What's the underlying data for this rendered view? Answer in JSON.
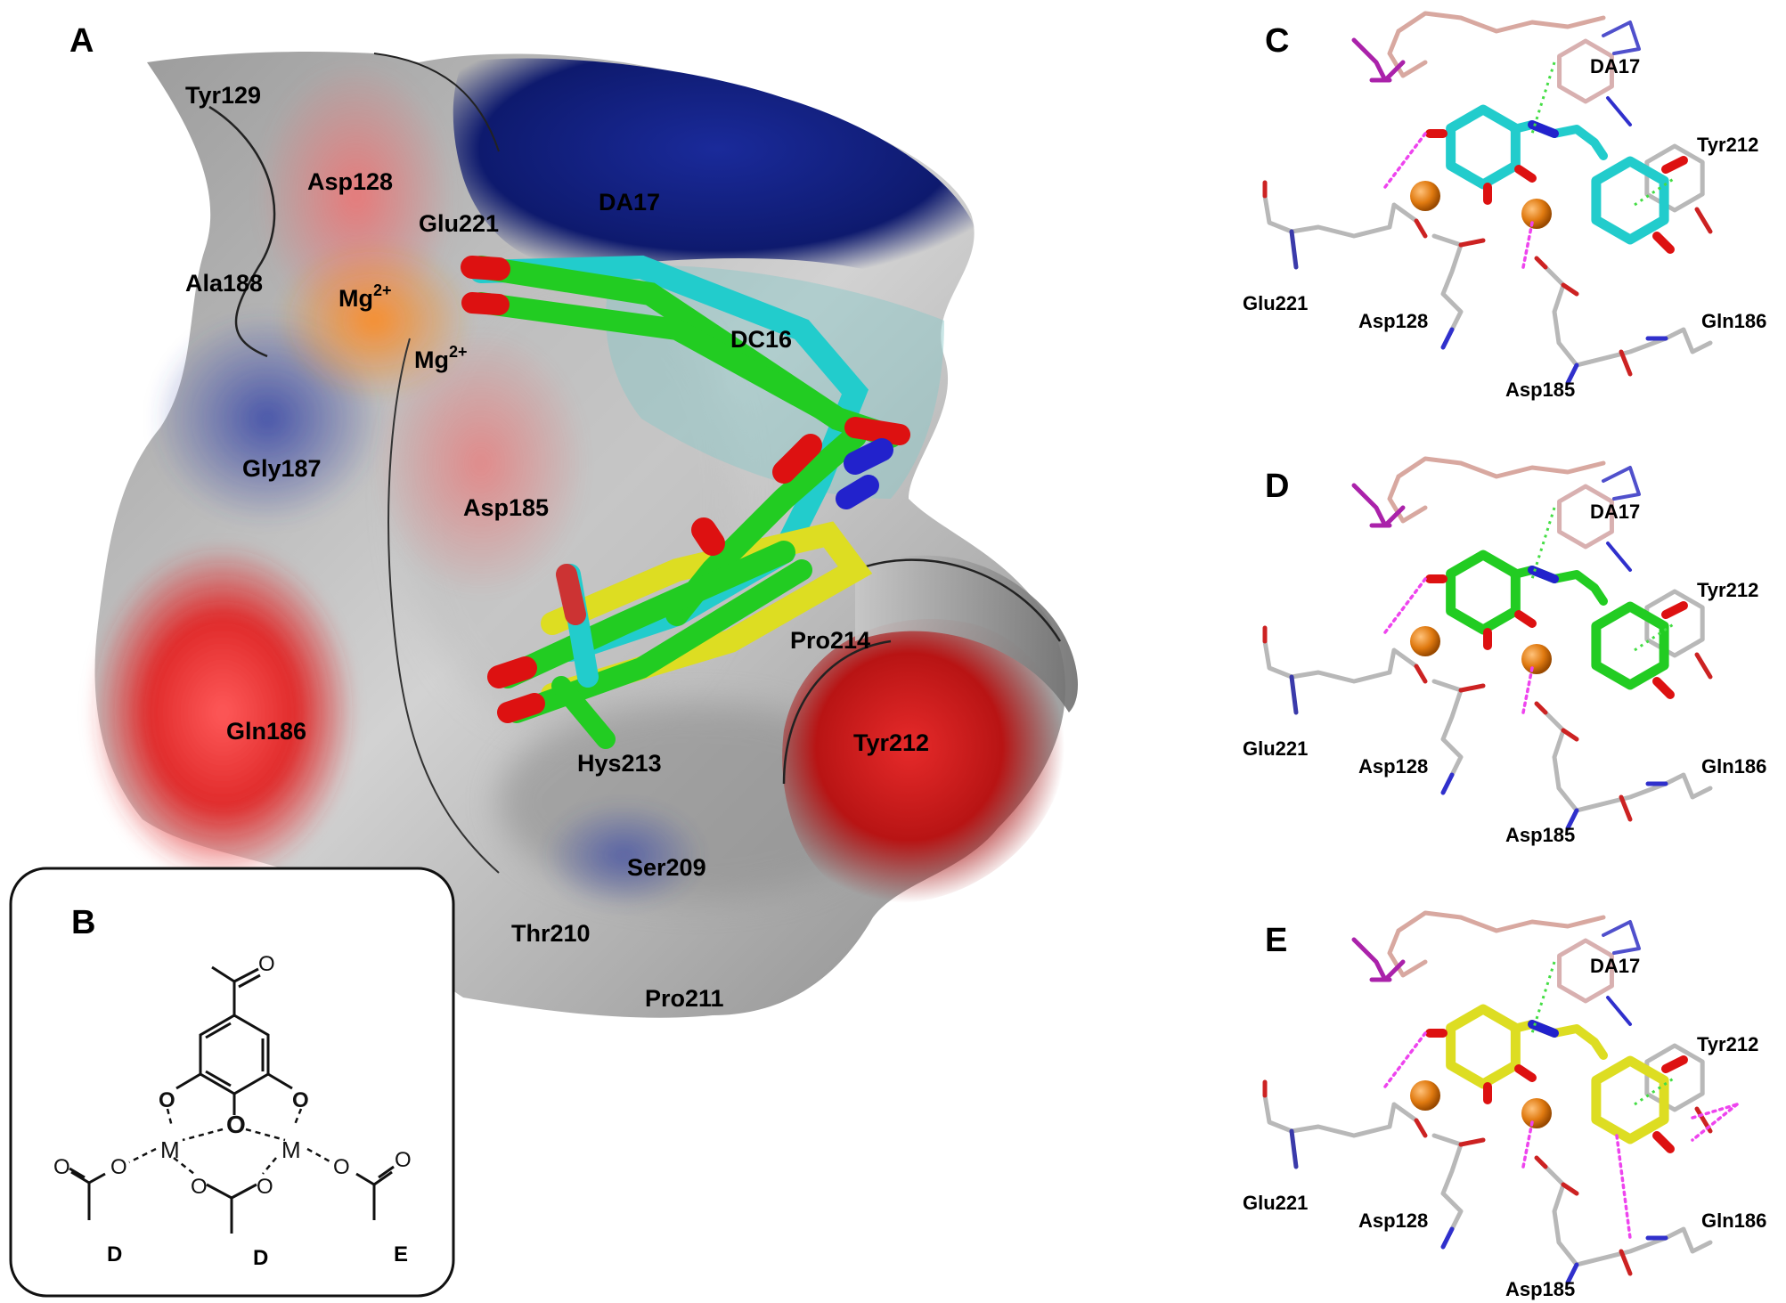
{
  "panels": {
    "A": "A",
    "B": "B",
    "C": "C",
    "D": "D",
    "E": "E"
  },
  "panel_a": {
    "residues": {
      "tyr129": "Tyr129",
      "asp128": "Asp128",
      "glu221": "Glu221",
      "da17": "DA17",
      "ala188": "Ala188",
      "mg1": "Mg",
      "mg2": "Mg",
      "mg_sup": "2+",
      "dc16": "DC16",
      "gly187": "Gly187",
      "asp185": "Asp185",
      "pro214": "Pro214",
      "gln186": "Gln186",
      "tyr212": "Tyr212",
      "hys213": "Hys213",
      "ser209": "Ser209",
      "thr210": "Thr210",
      "pro211": "Pro211"
    }
  },
  "panel_b": {
    "atoms": {
      "o_top": "O",
      "o_left": "O",
      "o_mid": "O",
      "o_right": "O",
      "m_left": "M",
      "m_right": "M",
      "o_ac1a": "O",
      "o_ac1b": "O",
      "o_ac2a": "O",
      "o_ac2b": "O",
      "o_ac3a": "O",
      "o_ac3b": "O"
    },
    "labels": {
      "d1": "D",
      "d2": "D",
      "e": "E"
    }
  },
  "panel_c": {
    "residues": {
      "da17": "DA17",
      "tyr212": "Tyr212",
      "glu221": "Glu221",
      "asp128": "Asp128",
      "gln186": "Gln186",
      "asp185": "Asp185"
    }
  },
  "panel_d": {
    "residues": {
      "da17": "DA17",
      "tyr212": "Tyr212",
      "glu221": "Glu221",
      "asp128": "Asp128",
      "gln186": "Gln186",
      "asp185": "Asp185"
    }
  },
  "panel_e": {
    "residues": {
      "da17": "DA17",
      "tyr212": "Tyr212",
      "glu221": "Glu221",
      "asp128": "Asp128",
      "gln186": "Gln186",
      "asp185": "Asp185"
    }
  },
  "colors": {
    "ligand_c": "#22cccc",
    "ligand_d": "#22cc22",
    "ligand_e": "#dddd22",
    "oxygen": "#dd1111",
    "nitrogen": "#2222cc",
    "metal": "#e07a10",
    "surface_red": "#e23030",
    "surface_blue": "#1a2a8a",
    "hbond": "#ee44ee"
  }
}
